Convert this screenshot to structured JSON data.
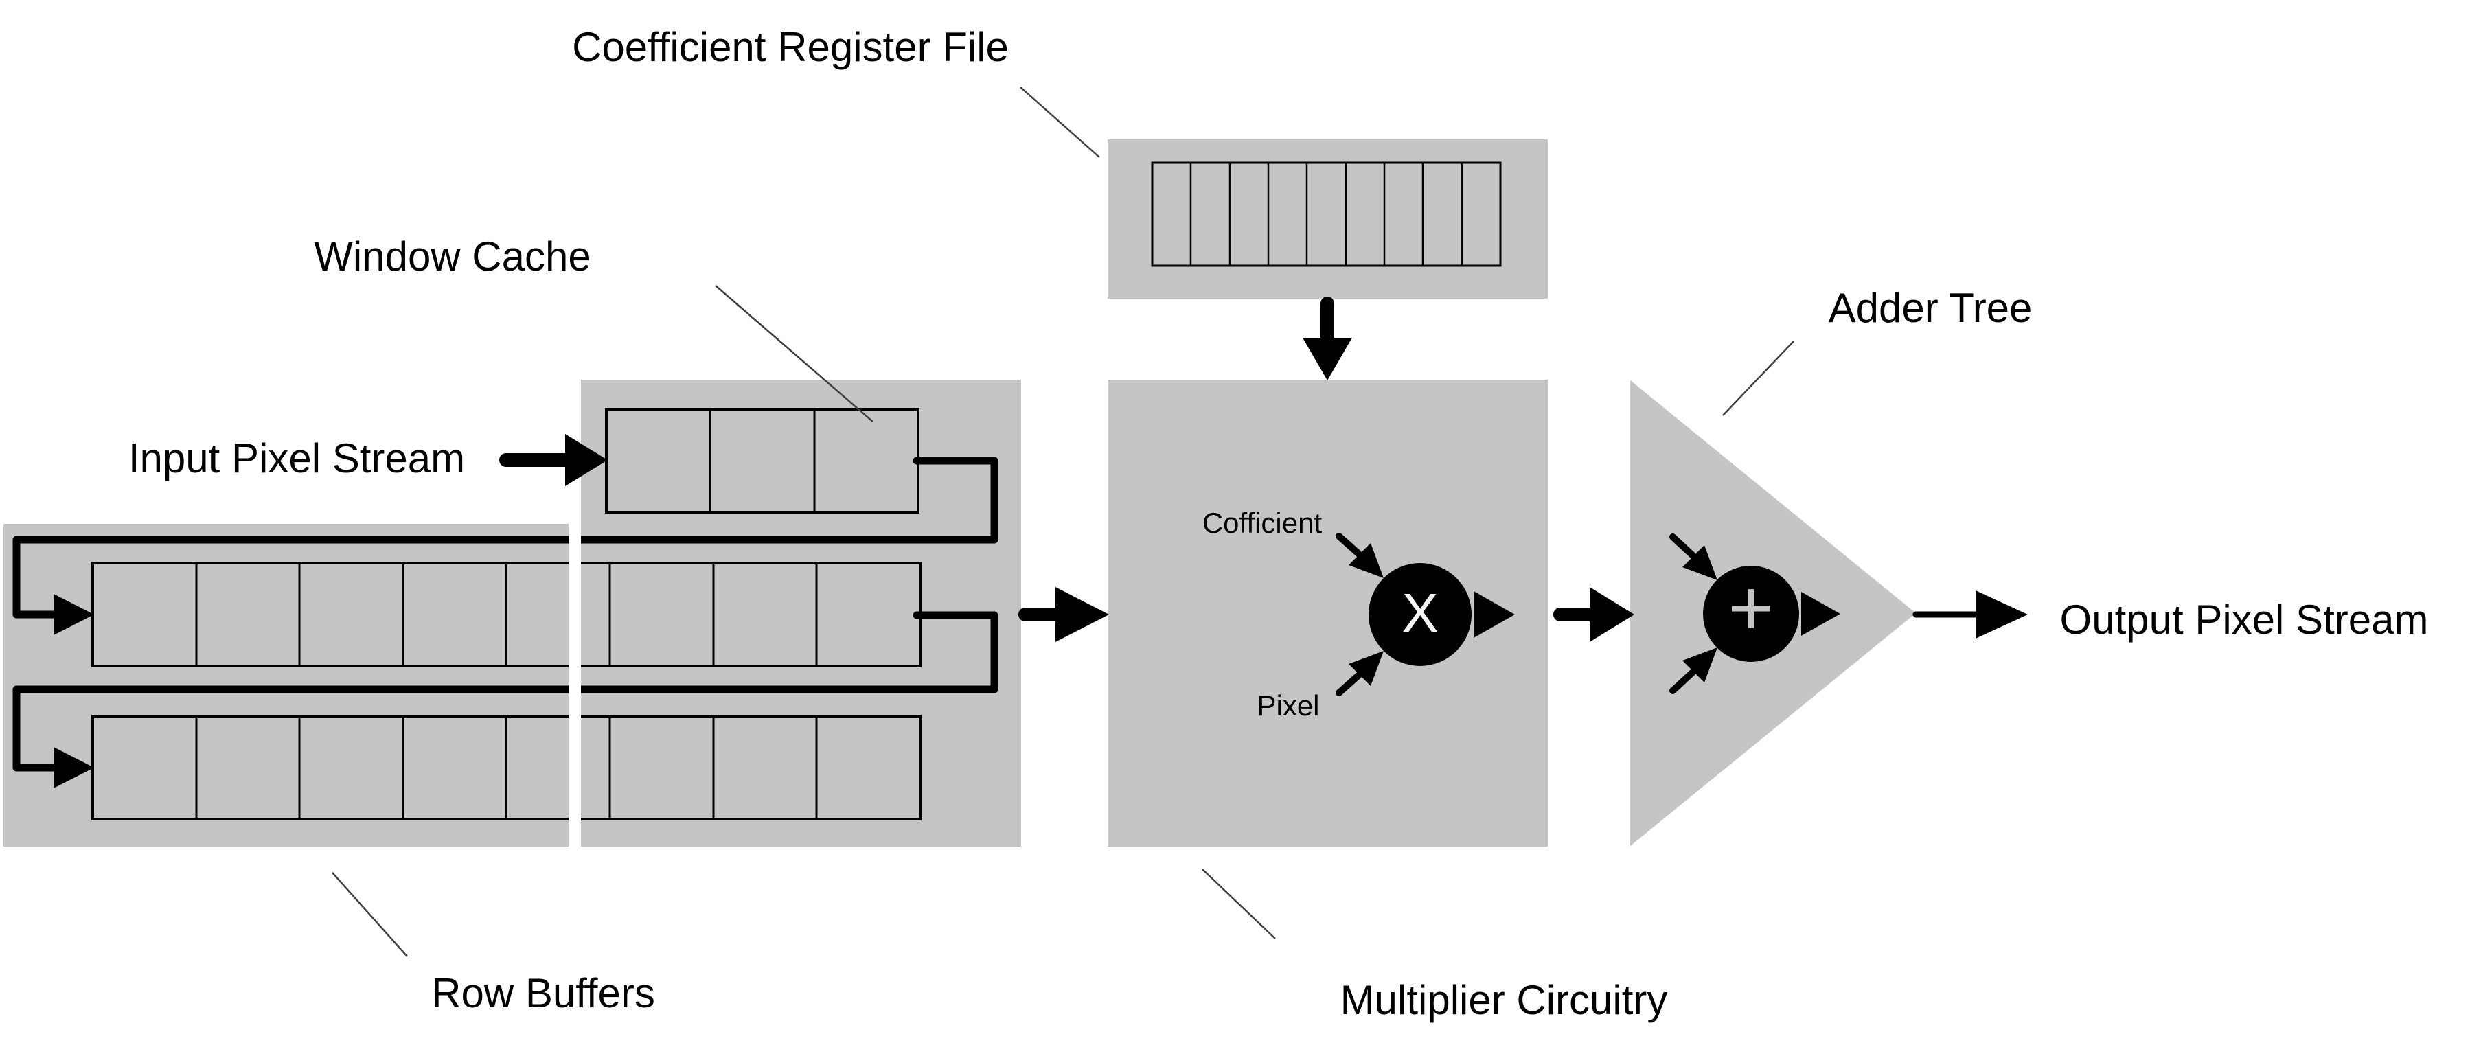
{
  "diagram": {
    "title": "Convolution pipeline block diagram",
    "labels": {
      "coefficient_register_file": "Coefficient Register File",
      "window_cache": "Window Cache",
      "input_pixel_stream": "Input Pixel Stream",
      "row_buffers": "Row Buffers",
      "multiplier_circuitry": "Multiplier Circuitry",
      "adder_tree": "Adder Tree",
      "output_pixel_stream": "Output Pixel Stream",
      "multiplier_operand_top": "Cofficient",
      "multiplier_operand_bottom": "Pixel",
      "multiply_symbol": "X",
      "add_symbol": "+"
    },
    "structure": {
      "coefficient_register_cells": 9,
      "window_cache_top_row_cells": 3,
      "row_buffer_rows": 2,
      "row_buffer_cells_per_row": 8,
      "flow": [
        "Input Pixel Stream -> Window Cache",
        "Window Cache rows snake into Row Buffers",
        "Coefficient Register File -> Multiplier Circuitry",
        "Window Cache -> Multiplier Circuitry",
        "Multiplier Circuitry -> Adder Tree",
        "Adder Tree -> Output Pixel Stream"
      ]
    },
    "colors": {
      "background": "#ffffff",
      "block_fill": "#c5c5c5",
      "line": "#000000",
      "leader_line": "#404040",
      "multiply_glyph": "#f7f7f7",
      "add_glyph": "#c4c4c4",
      "node_fill": "#000000"
    }
  }
}
